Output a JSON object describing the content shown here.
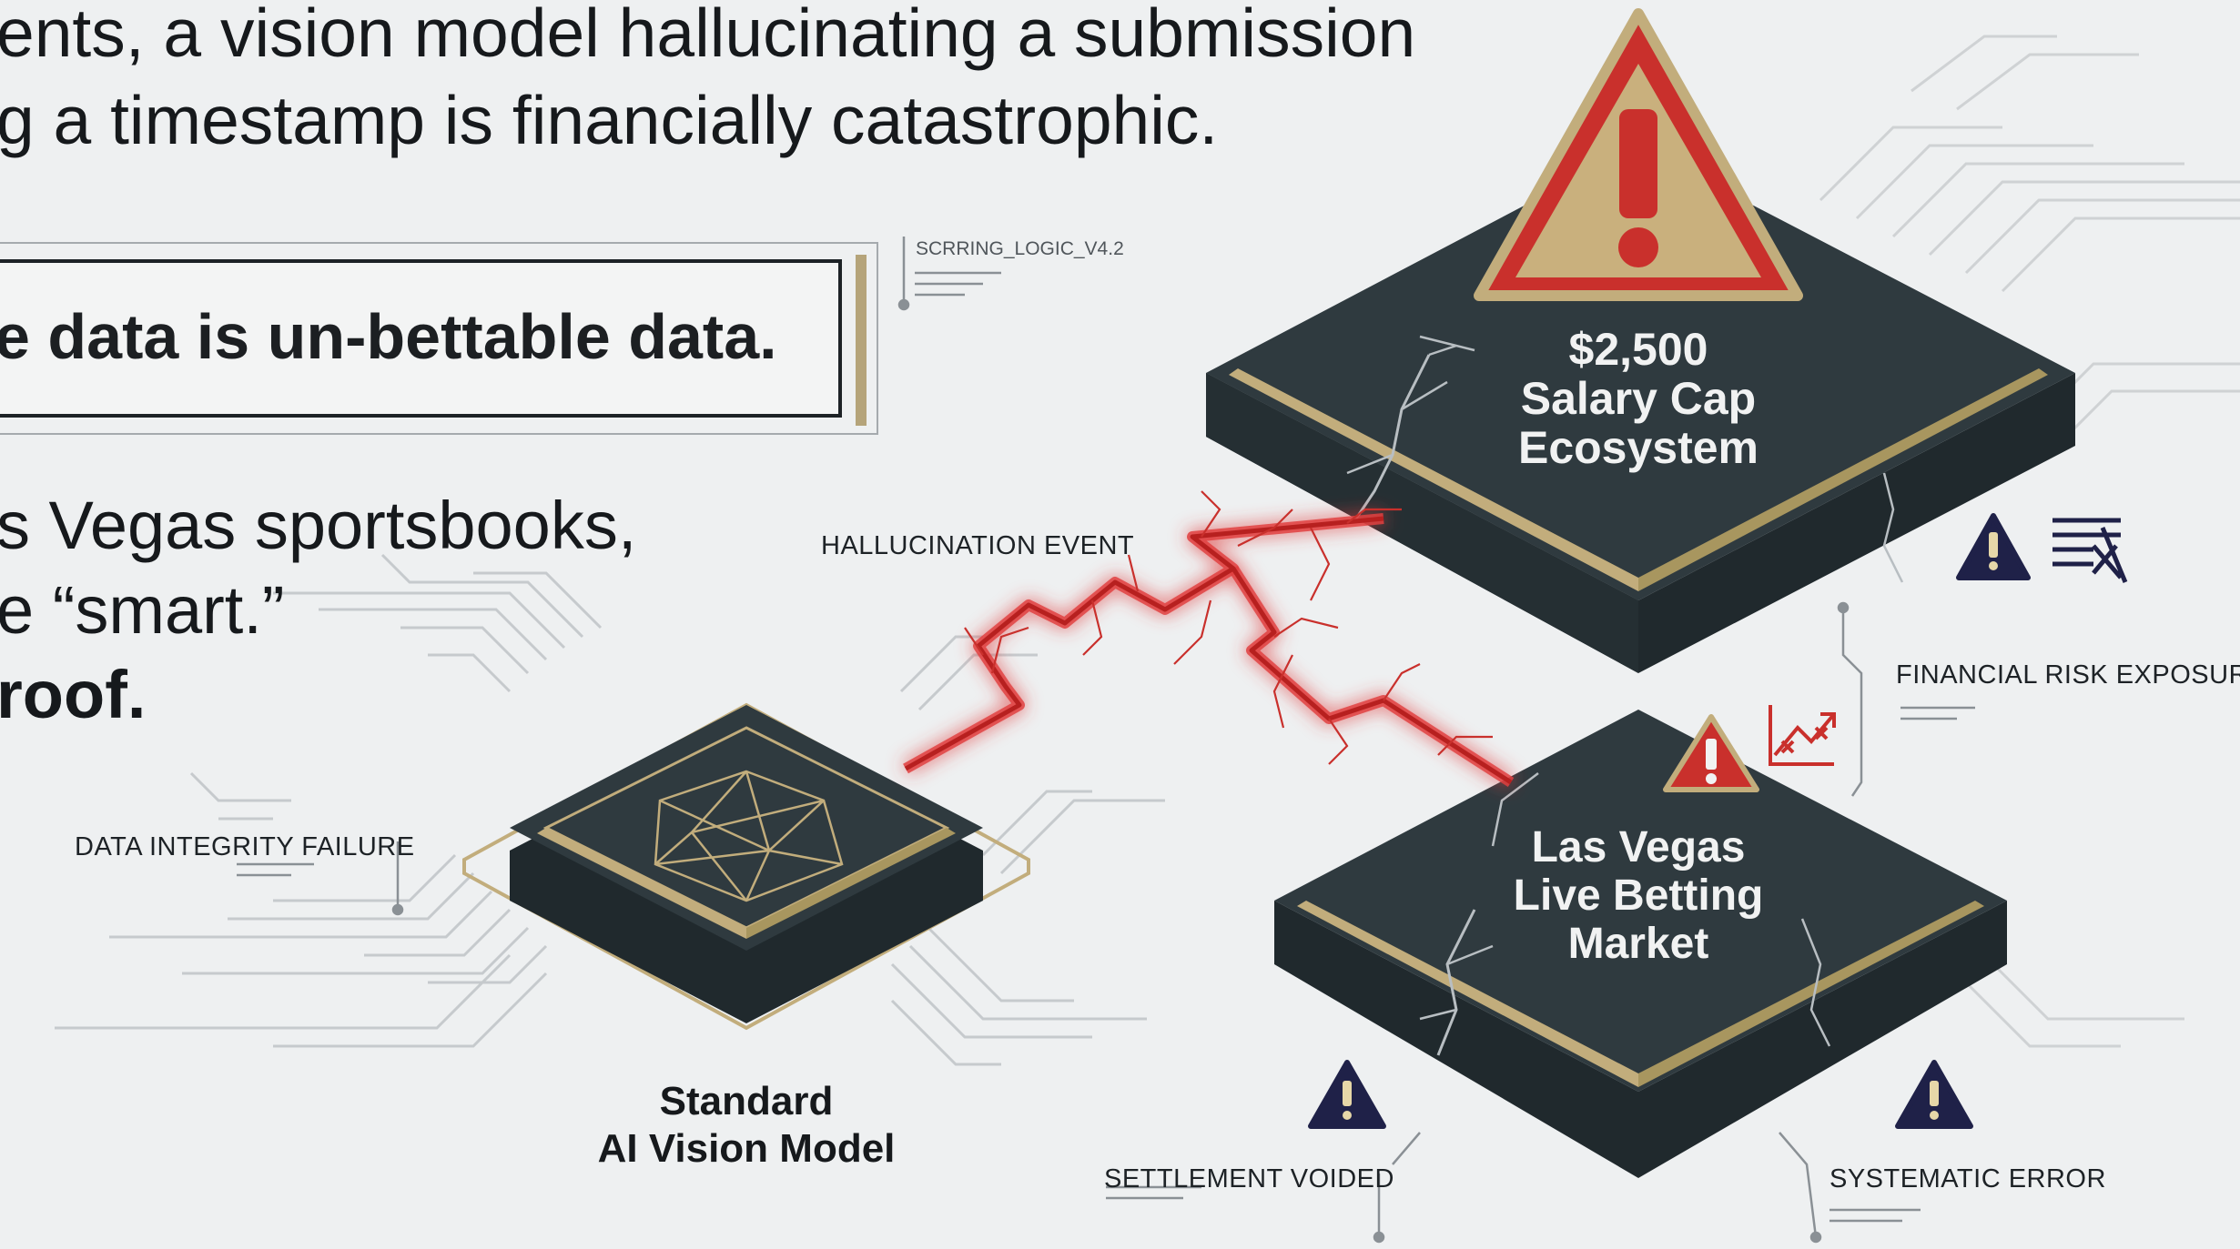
{
  "intro_lines": [
    "ents, a vision model hallucinating a submission",
    "g a timestamp is financially catastrophic."
  ],
  "quote": "e data is un-bettable data.",
  "tag_logic": "SCRRING_LOGIC_V4.2",
  "lead_lines": [
    "s Vegas sportsbooks,",
    "e “smart.”",
    "roof."
  ],
  "labels": {
    "hallucination": "HALLUCINATION EVENT",
    "data_integrity": "DATA INTEGRITY FAILURE",
    "financial_risk": "FINANCIAL RISK EXPOSURE",
    "settlement": "SETTLEMENT VOIDED",
    "systematic": "SYSTEMATIC ERROR"
  },
  "nodes": {
    "model": {
      "line1": "Standard",
      "line2": "AI Vision Model"
    },
    "salary": {
      "line1": "$2,500",
      "line2": "Salary Cap",
      "line3": "Ecosystem"
    },
    "vegas": {
      "line1": "Las Vegas",
      "line2": "Live Betting",
      "line3": "Market"
    }
  },
  "colors": {
    "chip": "#2f3a3f",
    "chip_side": "#20292d",
    "gold": "#c2ad7c",
    "alert_red": "#c9302c",
    "warn_navy": "#1f2148",
    "background": "#eef0f1"
  }
}
